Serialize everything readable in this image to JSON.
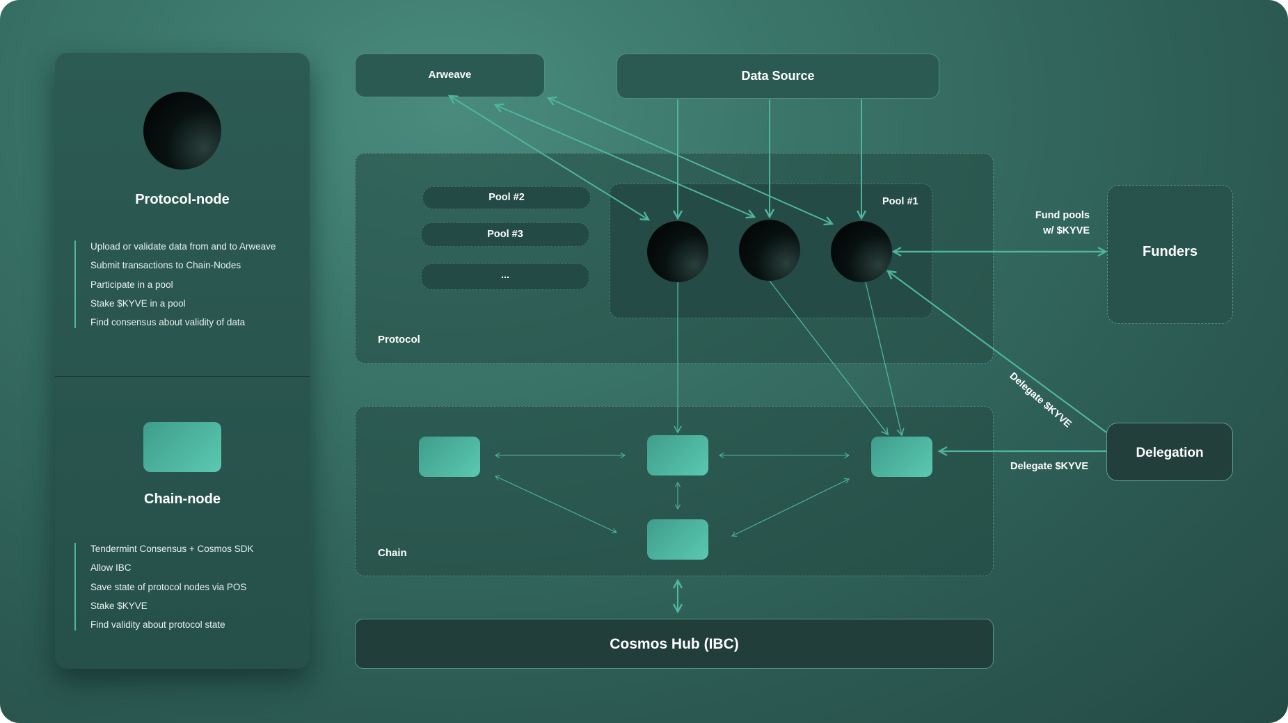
{
  "protocol_node": {
    "title": "Protocol-node",
    "features": [
      "Upload or validate data from and to Arweave",
      "Submit transactions to Chain-Nodes",
      "Participate in a pool",
      "Stake $KYVE in a pool",
      "Find consensus about validity of data"
    ]
  },
  "chain_node": {
    "title": "Chain-node",
    "features": [
      "Tendermint Consensus + Cosmos SDK",
      "Allow IBC",
      "Save state of protocol nodes via POS",
      "Stake $KYVE",
      "Find validity about protocol state"
    ]
  },
  "arweave": "Arweave",
  "data_source": "Data Source",
  "protocol_label": "Protocol",
  "chain_label": "Chain",
  "pools": {
    "pool1": "Pool #1",
    "pool2": "Pool #2",
    "pool3": "Pool #3",
    "more": "..."
  },
  "funders": {
    "title": "Funders",
    "edge_label_line1": "Fund pools",
    "edge_label_line2": "w/ $KYVE"
  },
  "delegation": {
    "title": "Delegation",
    "edge_label_chain": "Delegate $KYVE",
    "edge_label_protocol": "Delegate $KYVE"
  },
  "cosmos_hub": "Cosmos Hub (IBC)",
  "colors": {
    "accent": "#5bc9b1",
    "line": "#4fb59f",
    "background": "#3a7469"
  }
}
